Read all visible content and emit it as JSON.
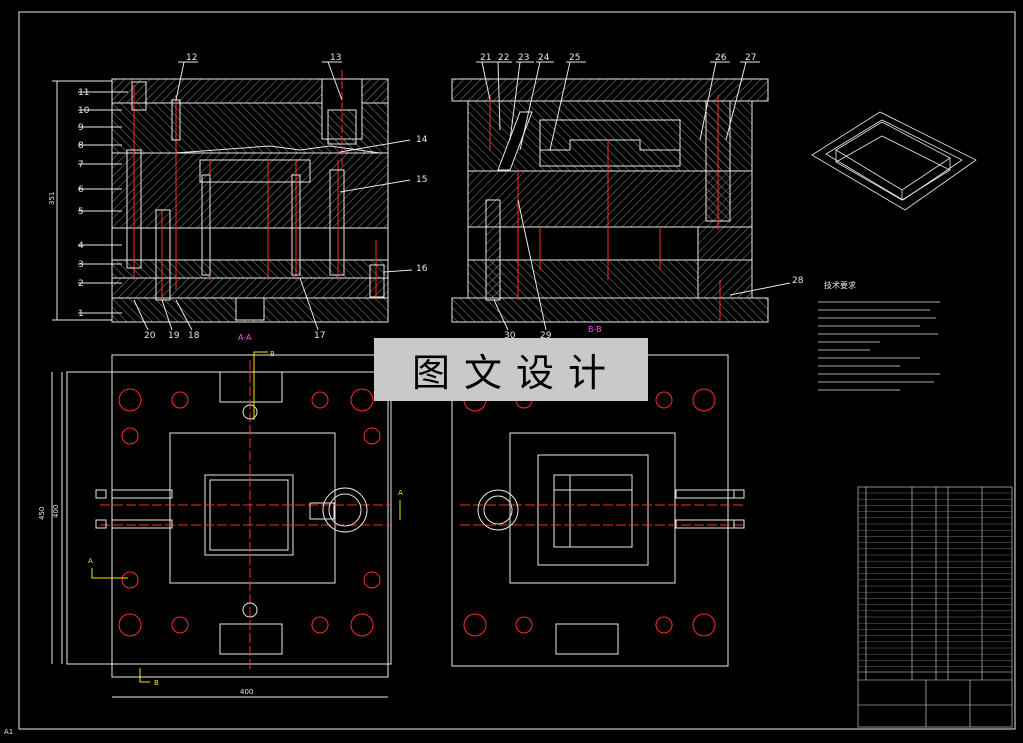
{
  "drawing": {
    "parts_left": [
      "11",
      "10",
      "9",
      "8",
      "7",
      "6",
      "5",
      "4",
      "3",
      "2",
      "1"
    ],
    "parts_top_left": [
      "12",
      "13"
    ],
    "parts_right_left": [
      "14",
      "15",
      "16"
    ],
    "parts_bottom_left": [
      "20",
      "19",
      "18",
      "17"
    ],
    "parts_top_right": [
      "21",
      "22",
      "23",
      "24",
      "25",
      "26",
      "27"
    ],
    "parts_right_right": [
      "28"
    ],
    "parts_bottom_right": [
      "30",
      "29"
    ],
    "dim_height": "351",
    "dim_plan_h1": "450",
    "dim_plan_h2": "400",
    "dim_plan_w": "400",
    "section_aa": "A-A",
    "section_bb": "B-B",
    "mark_a": "A",
    "mark_b": "B",
    "tech_req_title": "技术要求",
    "corner_mark": "A1"
  },
  "watermark": "图文设计",
  "colors": {
    "line": "#e8e8e8",
    "hatch": "#9a9a9a",
    "red": "#ff2a2a",
    "yellow": "#f5e600",
    "magenta": "#ff4fff",
    "cyan": "#4fc3ff"
  }
}
